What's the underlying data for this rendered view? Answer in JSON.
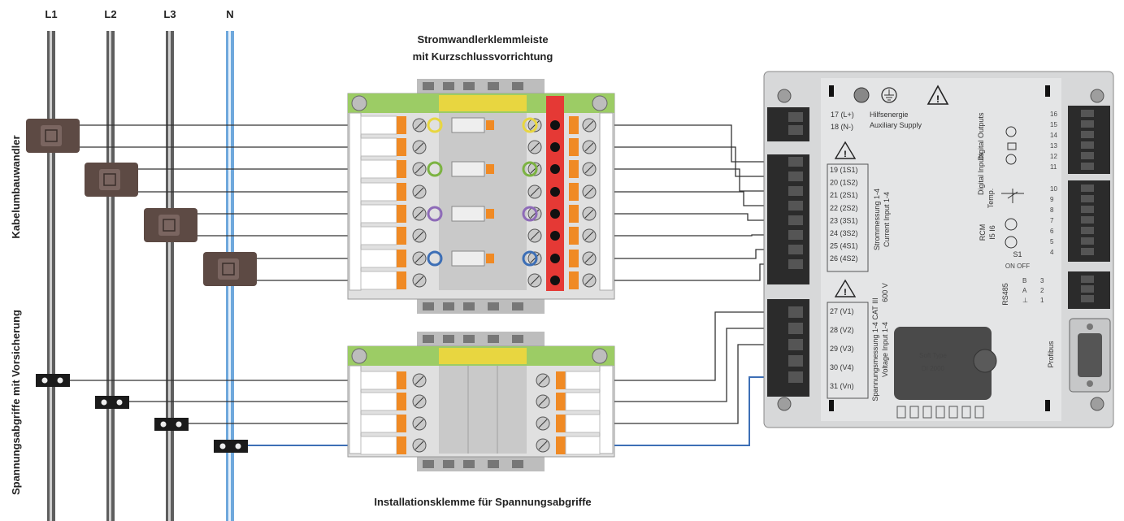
{
  "conductors": [
    {
      "label": "L1",
      "color": "#7a7a7a"
    },
    {
      "label": "L2",
      "color": "#7a7a7a"
    },
    {
      "label": "L3",
      "color": "#7a7a7a"
    },
    {
      "label": "N",
      "color": "#6fa8dc"
    }
  ],
  "labels": {
    "ct_strip_line1": "Stromwandlerklemmleiste",
    "ct_strip_line2": "mit Kurzschlussvorrichtung",
    "voltage_strip": "Installationsklemme für Spannungsabgriffe",
    "split_core_ct": "Kabelumbauwandler",
    "voltage_taps": "Spannungsabgriffe mit Vorsicherung"
  },
  "device": {
    "aux_supply": {
      "terminals": [
        "17 (L+)",
        "18 (N-)"
      ],
      "title_de": "Hilfsenergie",
      "title_en": "Auxiliary Supply"
    },
    "current_inputs": {
      "terminals": [
        "19 (1S1)",
        "20 (1S2)",
        "21 (2S1)",
        "22 (2S2)",
        "23 (3S1)",
        "24 (3S2)",
        "25 (4S1)",
        "26 (4S2)"
      ],
      "title_de": "Strommessung 1-4",
      "title_en": "Current Input 1-4"
    },
    "voltage_inputs": {
      "terminals": [
        "27 (V1)",
        "28 (V2)",
        "29 (V3)",
        "30 (V4)",
        "31 (Vn)"
      ],
      "title_de": "Spannungsmessung 1-4 CAT III",
      "title_en": "Voltage Input 1-4",
      "rating": "600 V"
    },
    "right_terminals": [
      "16",
      "15",
      "14",
      "13",
      "12",
      "11",
      "10",
      "9",
      "8",
      "7",
      "6",
      "5",
      "4"
    ],
    "right_labels": {
      "digital_outputs": "Digital Outputs",
      "digital_inputs": "Digital Inputs",
      "temp": "Temp.",
      "rcm": "RCM",
      "rcm_pins": "I5 I6",
      "s1": "S1",
      "on_off": "ON OFF"
    },
    "rs485": {
      "label": "RS485",
      "pins": [
        "B",
        "A",
        "⊥"
      ],
      "numbers": [
        "3",
        "2",
        "1"
      ]
    },
    "profibus": "Profibus",
    "cover_text_1": "Soft Type",
    "cover_text_2": "DI 2000"
  },
  "colors": {
    "neutral_wire": "#3d6fb6",
    "wire": "#333333",
    "terminal_green": "#7cb342",
    "terminal_yellow": "#e8d640",
    "short_bar": "#e53935",
    "ct_body": "#5d4a44",
    "device_body": "#d7d8d9"
  },
  "icons": [
    "warning-icon",
    "ground-icon",
    "lock-icon"
  ]
}
